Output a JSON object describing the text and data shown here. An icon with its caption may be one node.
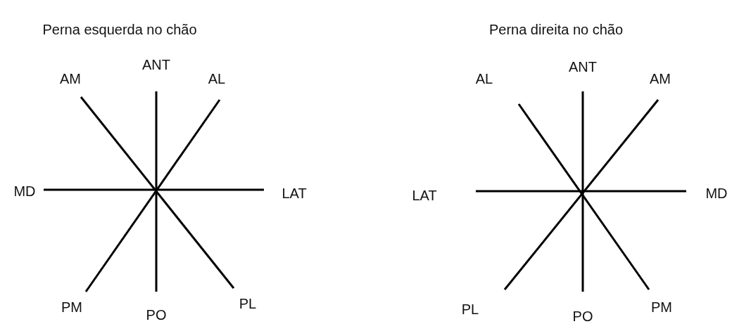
{
  "diagram": {
    "nodes": [
      {
        "text": [
          "AM"
        ]
      },
      {
        "text": [
          "ANT"
        ]
      },
      {
        "text": [
          "AL"
        ]
      },
      {
        "text": [
          "MD"
        ]
      },
      {
        "text": [
          "LAT"
        ]
      },
      {
        "text": [
          "PM"
        ]
      },
      {
        "text": [
          "PO"
        ]
      },
      {
        "text": [
          "PL"
        ]
      },
      {
        "text": [
          "AL"
        ]
      },
      {
        "text": [
          "ANT"
        ]
      },
      {
        "text": [
          "AM"
        ]
      },
      {
        "text": [
          "LAT"
        ]
      },
      {
        "text": [
          "MD"
        ]
      },
      {
        "text": [
          "PL"
        ]
      },
      {
        "text": [
          "PO"
        ]
      },
      {
        "text": [
          "PM"
        ]
      }
    ],
    "edges": [
      {
        "from": 1,
        "to": 6,
        "arrow": "none"
      },
      {
        "from": 0,
        "to": 7,
        "arrow": "none"
      },
      {
        "from": 2,
        "to": 5,
        "arrow": "none"
      },
      {
        "from": 3,
        "to": 4,
        "arrow": "none"
      },
      {
        "from": 9,
        "to": 14,
        "arrow": "none"
      },
      {
        "from": 8,
        "to": 15,
        "arrow": "none"
      },
      {
        "from": 10,
        "to": 13,
        "arrow": "none"
      },
      {
        "from": 11,
        "to": 12,
        "arrow": "none"
      }
    ],
    "labels": [
      "Perna esquerda no chão",
      "Perna direita no chão"
    ]
  }
}
